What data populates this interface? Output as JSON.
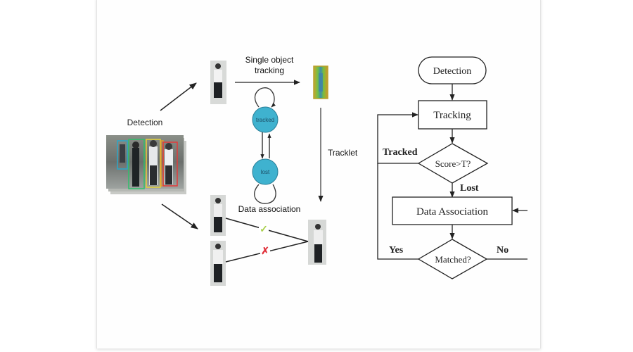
{
  "left_diagram": {
    "detection_label": "Detection",
    "single_object_tracking_label_line1": "Single object",
    "single_object_tracking_label_line2": "tracking",
    "tracklet_label": "Tracklet",
    "data_association_label": "Data association",
    "state_tracked": "tracked",
    "state_lost": "lost",
    "match_ok_symbol": "✓",
    "match_fail_symbol": "✗",
    "colors": {
      "state_fill": "#3fb2cf",
      "check": "#a8cf4a",
      "cross": "#e0303a",
      "box_colors": [
        "#2aa7c9",
        "#2fbf6a",
        "#e5d43a",
        "#e39a2a",
        "#e23a3a"
      ]
    }
  },
  "flowchart": {
    "start": "Detection",
    "tracking": "Tracking",
    "decision_score": "Score>T?",
    "label_tracked": "Tracked",
    "label_lost": "Lost",
    "data_association": "Data Association",
    "decision_matched": "Matched?",
    "label_yes": "Yes",
    "label_no": "No"
  }
}
